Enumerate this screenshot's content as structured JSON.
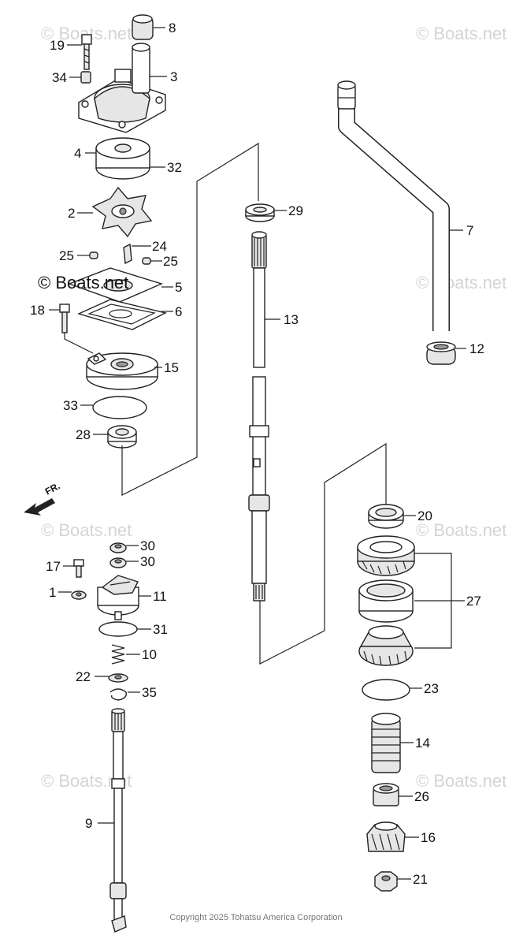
{
  "watermark": "© Boats.net",
  "footer": {
    "copyright": "Copyright 2025 Tohatsu America Corporation"
  },
  "front_indicator": "FR.",
  "callouts": {
    "p8": "8",
    "p19": "19",
    "p3": "3",
    "p34": "34",
    "p4": "4",
    "p32": "32",
    "p2": "2",
    "p24": "24",
    "p25a": "25",
    "p25b": "25",
    "p5": "5",
    "p18": "18",
    "p6": "6",
    "p15": "15",
    "p33": "33",
    "p28": "28",
    "p29": "29",
    "p13": "13",
    "p7": "7",
    "p12": "12",
    "p20": "20",
    "p27": "27",
    "p23": "23",
    "p14": "14",
    "p26": "26",
    "p16": "16",
    "p21": "21",
    "p30a": "30",
    "p30b": "30",
    "p17": "17",
    "p1": "1",
    "p11": "11",
    "p31": "31",
    "p10": "10",
    "p22": "22",
    "p35": "35",
    "p9": "9"
  }
}
